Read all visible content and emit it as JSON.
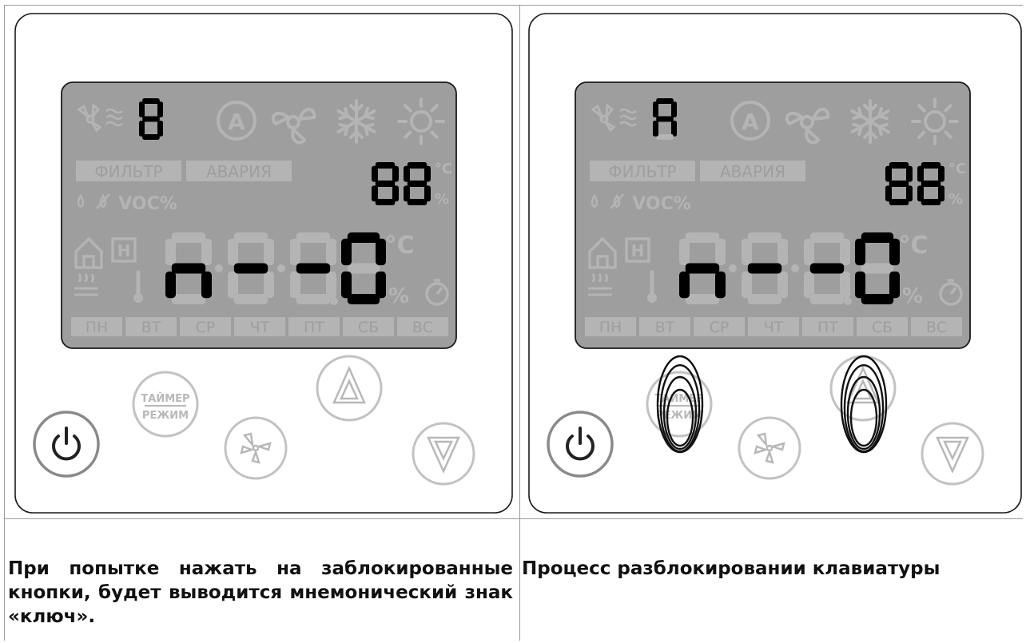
{
  "panels": [
    {
      "id": "left",
      "indicator_letter": "",
      "show_press_ellipses": false,
      "caption": "При попытке нажать на заблокированные кнопки, будет выводится мнемонический знак «ключ»."
    },
    {
      "id": "right",
      "indicator_letter": "R",
      "show_press_ellipses": true,
      "caption": "Процесс разблокировании клавиатуры"
    }
  ],
  "display": {
    "main_readout": "n--0",
    "label_filter": "ФИЛЬТР",
    "label_alarm": "АВАРИЯ",
    "label_voc": "VOC%",
    "unit_celsius": "°C",
    "unit_percent": "%",
    "label_h": "H",
    "days": [
      "ПН",
      "ВТ",
      "СР",
      "ЧТ",
      "ПТ",
      "СБ",
      "ВС"
    ],
    "auto_symbol": "A"
  },
  "buttons": {
    "timer_mode_top": "ТАЙМЕР",
    "timer_mode_bottom": "РЕЖИМ"
  },
  "colors": {
    "lcd_background": "#9e9e9e",
    "lcd_ghost": "#b4b4b4",
    "lcd_active": "#000000",
    "button_stroke": "#c2c2c2",
    "power_stroke": "#8a8a8a"
  }
}
